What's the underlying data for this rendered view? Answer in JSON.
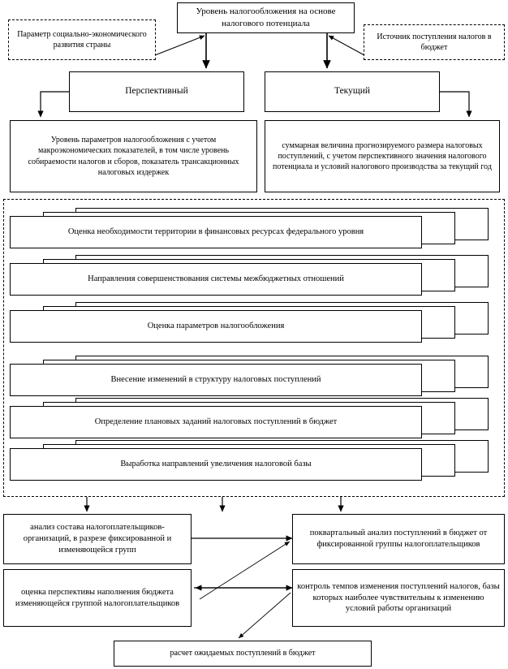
{
  "diagram": {
    "title_box": {
      "label": "Уровень налогообложения на основе налогового потенциала"
    },
    "left_note": {
      "label": "Параметр социально-экономического развития страны"
    },
    "right_note": {
      "label": "Источник поступления налогов в бюджет"
    },
    "branches": [
      {
        "label": "Перспективный"
      },
      {
        "label": "Текущий"
      }
    ],
    "descriptions": [
      {
        "label": "Уровень параметров налогообложения с учетом макроэкономических  показателей, в том числе уровень собираемости налогов и сборов, показатель трансакционных налоговых издержек"
      },
      {
        "label": "суммарная величина прогнозируемого размера налоговых поступлений, с учетом перспективного значения налогового потенциала и условий налогового производства за текущий год"
      }
    ],
    "stack_items": [
      {
        "label": "Оценка необходимости территории в финансовых ресурсах федерального уровня"
      },
      {
        "label": "Направления совершенствования системы межбюджетных отношений"
      },
      {
        "label": "Оценка параметров налогообложения"
      },
      {
        "label": "Внесение изменений в структуру налоговых поступлений"
      },
      {
        "label": "Определение плановых заданий налоговых поступлений в бюджет"
      },
      {
        "label": "Выработка направлений увеличения налоговой базы"
      }
    ],
    "bottom": {
      "analysis_left": {
        "label": "анализ состава налогоплательщиков-организаций, в разрезе фиксированной и изменяющейся групп"
      },
      "analysis_right": {
        "label": "поквартальный анализ поступлений в бюджет от фиксированной группы налогоплательщиков"
      },
      "forecast_left": {
        "label": "оценка перспективы наполнения бюджета изменяющейся группой налогоплательщиков"
      },
      "control_right": {
        "label": "контроль темпов изменения поступлений налогов, базы которых наиболее чувствительны к изменению условий работы организаций"
      },
      "result": {
        "label": "расчет ожидаемых поступлений в бюджет"
      }
    }
  },
  "colors": {
    "stroke": "#000000",
    "background": "#ffffff"
  }
}
